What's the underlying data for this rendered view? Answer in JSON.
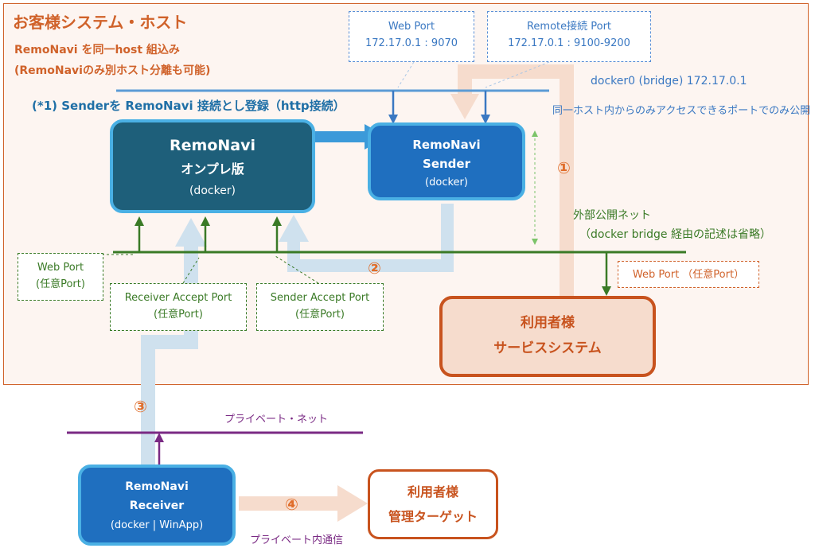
{
  "host": {
    "title": "お客様システム・ホスト",
    "subtitle1": "RemoNavi を同一host 組込み",
    "subtitle2": "(RemoNaviのみ別ホスト分離も可能)",
    "note": "(*1) Senderを RemoNavi 接続とし登録（http接続）"
  },
  "ports": {
    "web_port": {
      "title": "Web Port",
      "value": "172.17.0.1 : 9070"
    },
    "remote_port": {
      "title": "Remote接続 Port",
      "value": "172.17.0.1 : 9100-9200"
    },
    "web_port_any": {
      "title": "Web Port",
      "value": "(任意Port)"
    },
    "receiver_accept": {
      "title": "Receiver Accept Port",
      "value": "(任意Port)"
    },
    "sender_accept": {
      "title": "Sender Accept  Port",
      "value": "(任意Port)"
    },
    "web_port_right": {
      "label": "Web Port （任意Port）"
    }
  },
  "bridge": {
    "label": "docker0 (bridge) 172.17.0.1",
    "note": "同一ホスト内からのみアクセスできるポートでのみ公開"
  },
  "external_net": {
    "label": "外部公開ネット",
    "note": "（docker bridge 経由の記述は省略）"
  },
  "private_net": {
    "label": "プライベート・ネット",
    "comm": "プライベート内通信"
  },
  "nodes": {
    "onprem": {
      "line1": "RemoNavi",
      "line2": "オンプレ版",
      "line3": "(docker)"
    },
    "sender": {
      "line1": "RemoNavi",
      "line2": "Sender",
      "line3": "(docker)"
    },
    "user_service": {
      "line1": "利用者様",
      "line2": "サービスシステム"
    },
    "receiver": {
      "line1": "RemoNavi",
      "line2": "Receiver",
      "line3": "(docker | WinApp)"
    },
    "user_target": {
      "line1": "利用者様",
      "line2": "管理ターゲット"
    }
  },
  "markers": {
    "m1": "①",
    "m2": "②",
    "m3": "③",
    "m4": "④"
  },
  "colors": {
    "host_border": "#d0622a",
    "host_bg": "#fdf5f1",
    "bridge_blue": "#5b9bd5",
    "external_green": "#3a7a26",
    "private_purple": "#7a2a84",
    "onprem_fill": "#1e5f7a",
    "sender_fill": "#1f6fbf",
    "user_fill": "#f6dccd"
  }
}
